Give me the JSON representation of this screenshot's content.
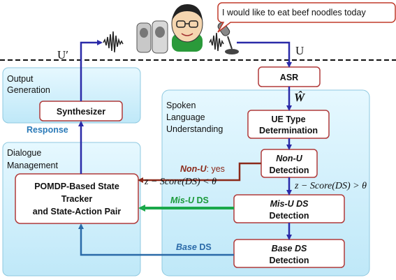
{
  "speech_bubble": "I would like to eat beef noodles today",
  "signals": {
    "output_symbol": "U′",
    "input_symbol": "U",
    "asr_output": "Ŵ"
  },
  "panels": {
    "output_generation": {
      "title_line1": "Output",
      "title_line2": "Generation"
    },
    "dialogue_management": {
      "title_line1": "Dialogue",
      "title_line2": "Management"
    },
    "slu": {
      "title_line1": "Spoken",
      "title_line2": "Language",
      "title_line3": "Understanding"
    }
  },
  "boxes": {
    "asr": "ASR",
    "synthesizer": "Synthesizer",
    "ue_type": {
      "line1": "UE Type",
      "line2": "Determination"
    },
    "non_u": {
      "line1": "Non-U",
      "line2": "Detection"
    },
    "mis_u": {
      "line1": "Mis-U DS",
      "line2": "Detection"
    },
    "base": {
      "line1": "Base DS",
      "line2": "Detection"
    },
    "pomdp": {
      "line1": "POMDP-Based State",
      "line2": "Tracker",
      "line3": "and State-Action Pair"
    }
  },
  "labels": {
    "response": "Response",
    "non_u_yes": {
      "term": "Non-U",
      "suffix": ": yes"
    },
    "cond_less": "z − Score(DS) < θ",
    "cond_greater": "z − Score(DS) > θ",
    "mis_u_ds": {
      "term": "Mis-U",
      "suffix": " DS"
    },
    "base_ds": {
      "term": "Base",
      "suffix": " DS"
    }
  },
  "colors": {
    "panel_fill": "#cdeefb",
    "box_border": "#b03a3a",
    "arrow_blue": "#2a2aa8",
    "arrow_brown": "#8b2a1a",
    "arrow_green": "#1aa84a",
    "arrow_teal": "#2a6aa8",
    "response_text": "#2a7ab8",
    "mis_u_text": "#e07a20",
    "non_u_text": "#8b2a1a",
    "mis_u_ds_label": "#1a9a3a",
    "base_text": "#1a1a8b"
  },
  "icons": [
    "speakers-icon",
    "person-avatar-icon",
    "microphone-icon",
    "sound-wave-icon"
  ]
}
